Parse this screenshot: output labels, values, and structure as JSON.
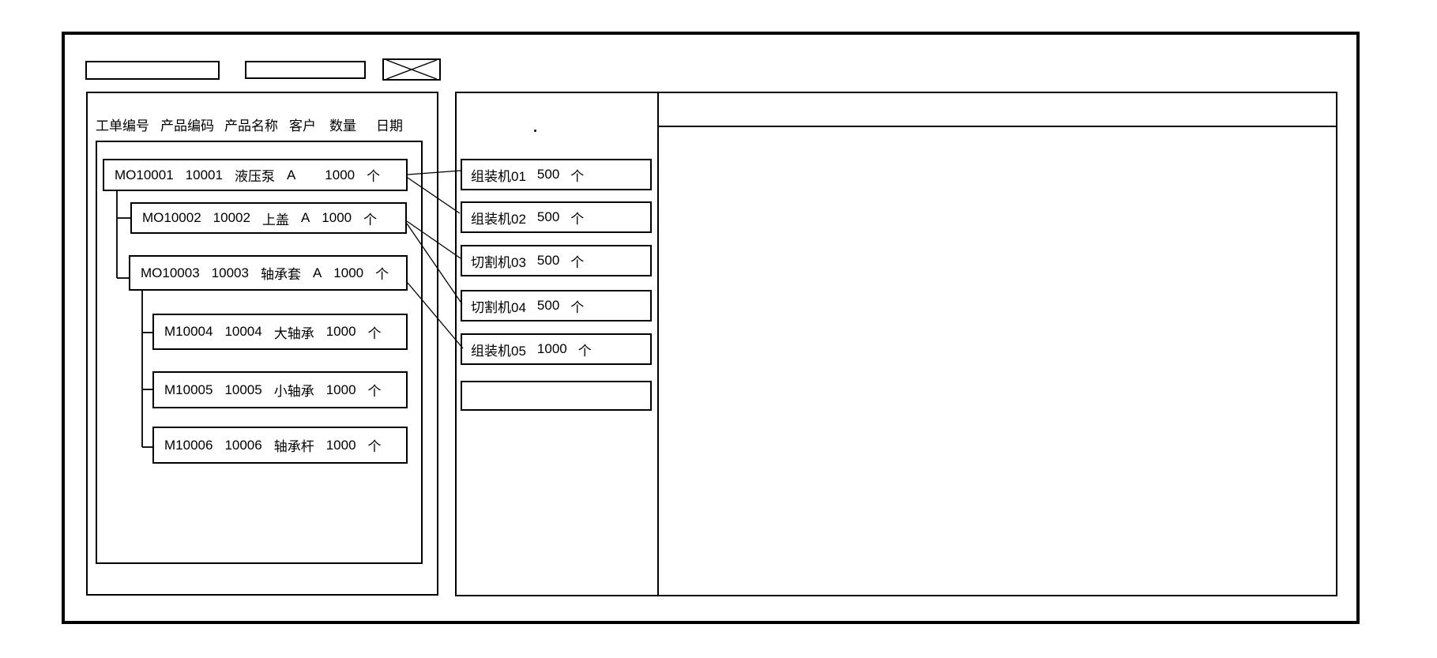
{
  "colors": {
    "line": "#000000",
    "background": "#ffffff"
  },
  "toolbar": {
    "field1_value": "",
    "field2_value": "",
    "close_label": ""
  },
  "left_panel": {
    "columns": [
      "工单编号",
      "产品编码",
      "产品名称",
      "客户",
      "数量",
      "日期"
    ],
    "orders": [
      {
        "id": "MO10001",
        "code": "10001",
        "name": "液压泵",
        "customer": "A",
        "qty": "1000",
        "unit": "个"
      },
      {
        "id": "MO10002",
        "code": "10002",
        "name": "上盖",
        "customer": "A",
        "qty": "1000",
        "unit": "个"
      },
      {
        "id": "MO10003",
        "code": "10003",
        "name": "轴承套",
        "customer": "A",
        "qty": "1000",
        "unit": "个"
      },
      {
        "id": "M10004",
        "code": "10004",
        "name": "大轴承",
        "customer": "",
        "qty": "1000",
        "unit": "个"
      },
      {
        "id": "M10005",
        "code": "10005",
        "name": "小轴承",
        "customer": "",
        "qty": "1000",
        "unit": "个"
      },
      {
        "id": "M10006",
        "code": "10006",
        "name": "轴承杆",
        "customer": "",
        "qty": "1000",
        "unit": "个"
      }
    ]
  },
  "middle_panel": {
    "machines": [
      {
        "name": "组装机01",
        "qty": "500",
        "unit": "个"
      },
      {
        "name": "组装机02",
        "qty": "500",
        "unit": "个"
      },
      {
        "name": "切割机03",
        "qty": "500",
        "unit": "个"
      },
      {
        "name": "切割机04",
        "qty": "500",
        "unit": "个"
      },
      {
        "name": "组装机05",
        "qty": "1000",
        "unit": "个"
      },
      {
        "name": "",
        "qty": "",
        "unit": ""
      }
    ]
  },
  "right_panel": {
    "content": ""
  }
}
